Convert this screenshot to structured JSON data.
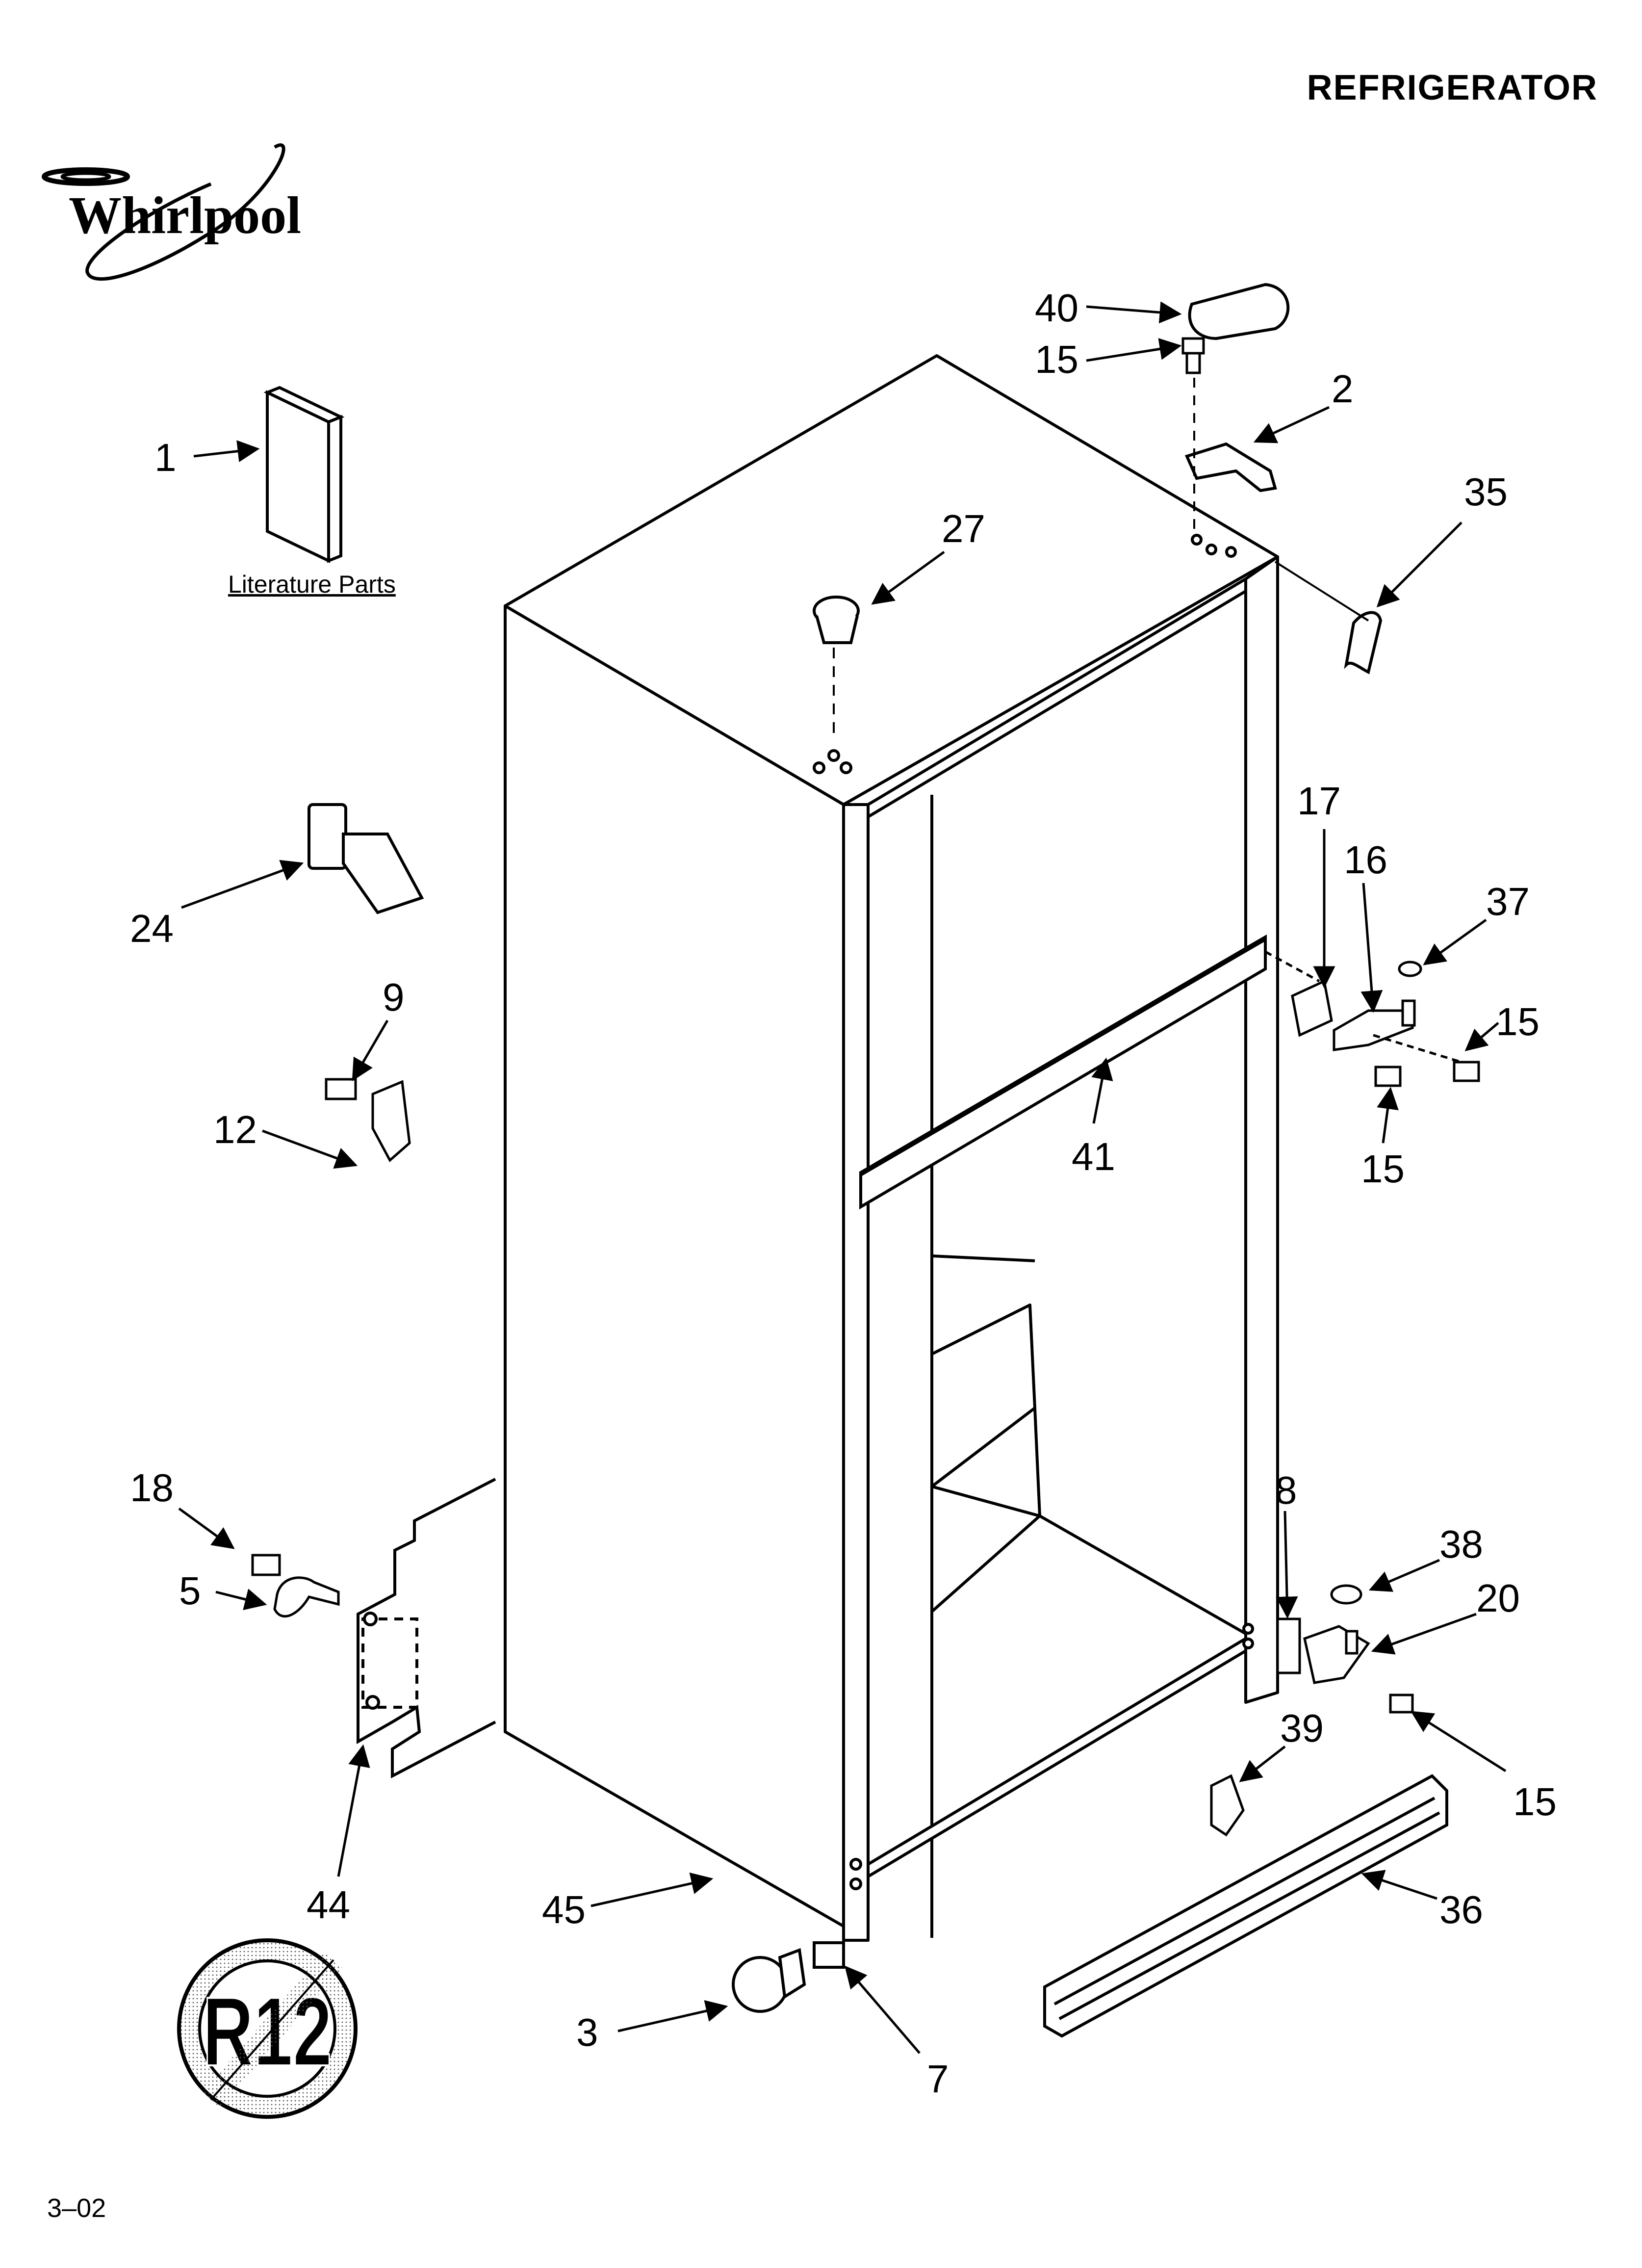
{
  "header": {
    "title": "REFRIGERATOR"
  },
  "brand": {
    "logo_text": "Whirlpool"
  },
  "literature": {
    "caption": "Literature Parts"
  },
  "badge": {
    "text": "R12",
    "icon": "no-r12-refrigerant-icon"
  },
  "footer": {
    "code": "3–02"
  },
  "callouts": [
    {
      "id": "c-40a",
      "text": "40"
    },
    {
      "id": "c-15a",
      "text": "15"
    },
    {
      "id": "c-2",
      "text": "2"
    },
    {
      "id": "c-1",
      "text": "1"
    },
    {
      "id": "c-27",
      "text": "27"
    },
    {
      "id": "c-35",
      "text": "35"
    },
    {
      "id": "c-17",
      "text": "17"
    },
    {
      "id": "c-16",
      "text": "16"
    },
    {
      "id": "c-37",
      "text": "37"
    },
    {
      "id": "c-24",
      "text": "24"
    },
    {
      "id": "c-15b",
      "text": "15"
    },
    {
      "id": "c-9",
      "text": "9"
    },
    {
      "id": "c-41",
      "text": "41"
    },
    {
      "id": "c-15c",
      "text": "15"
    },
    {
      "id": "c-12",
      "text": "12"
    },
    {
      "id": "c-18",
      "text": "18"
    },
    {
      "id": "c-8",
      "text": "8"
    },
    {
      "id": "c-38",
      "text": "38"
    },
    {
      "id": "c-5",
      "text": "5"
    },
    {
      "id": "c-20",
      "text": "20"
    },
    {
      "id": "c-39",
      "text": "39"
    },
    {
      "id": "c-15d",
      "text": "15"
    },
    {
      "id": "c-44",
      "text": "44"
    },
    {
      "id": "c-45",
      "text": "45"
    },
    {
      "id": "c-36",
      "text": "36"
    },
    {
      "id": "c-3",
      "text": "3"
    },
    {
      "id": "c-7",
      "text": "7"
    }
  ]
}
